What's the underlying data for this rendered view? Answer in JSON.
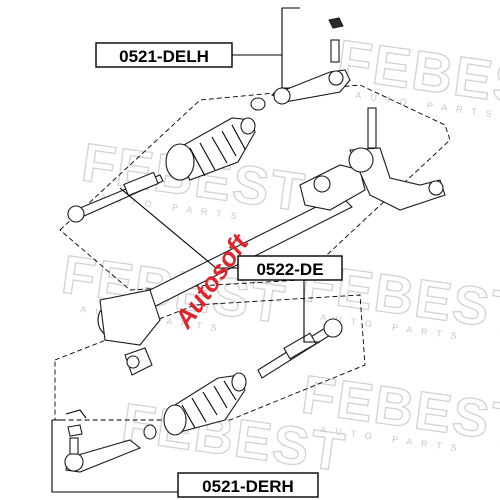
{
  "watermark": {
    "brand": "FEBEST",
    "sub": "AUTO PARTS",
    "color": "#d2d2d2"
  },
  "callouts": [
    {
      "id": "outer-tie-rod-left",
      "label": "0521-DELH"
    },
    {
      "id": "inner-tie-rod",
      "label": "0522-DE"
    },
    {
      "id": "outer-tie-rod-right",
      "label": "0521-DERH"
    }
  ],
  "seller_stamp": {
    "text": "Autosoft",
    "color": "#e0242b"
  }
}
